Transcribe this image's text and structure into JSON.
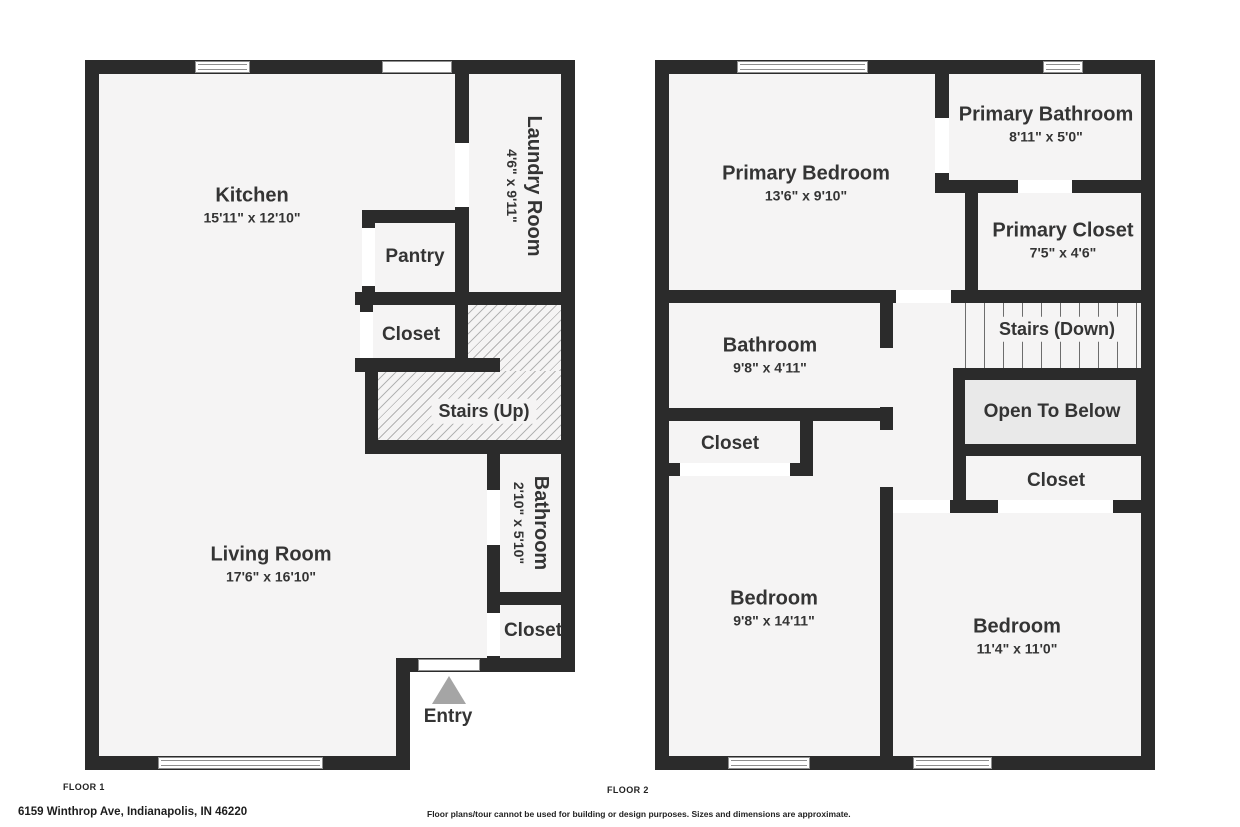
{
  "colors": {
    "wall": "#2b2b2b",
    "floor_fill": "#f5f4f4",
    "open_to_below_fill": "#e9e9e9",
    "entry_arrow": "#a5a5a5"
  },
  "floor1": {
    "kitchen": {
      "label": "Kitchen",
      "dims": "15'11\" x 12'10\""
    },
    "laundry": {
      "label": "Laundry Room",
      "dims": "4'6\" x 9'11\""
    },
    "pantry": {
      "label": "Pantry"
    },
    "closet_upper": {
      "label": "Closet"
    },
    "stairs": {
      "label": "Stairs (Up)"
    },
    "living_room": {
      "label": "Living Room",
      "dims": "17'6\" x 16'10\""
    },
    "bathroom": {
      "label": "Bathroom",
      "dims": "2'10\" x 5'10\""
    },
    "closet_lower": {
      "label": "Closet"
    },
    "entry": {
      "label": "Entry"
    }
  },
  "floor2": {
    "primary_bedroom": {
      "label": "Primary Bedroom",
      "dims": "13'6\" x 9'10\""
    },
    "primary_bathroom": {
      "label": "Primary Bathroom",
      "dims": "8'11\" x 5'0\""
    },
    "primary_closet": {
      "label": "Primary Closet",
      "dims": "7'5\" x 4'6\""
    },
    "bathroom": {
      "label": "Bathroom",
      "dims": "9'8\" x 4'11\""
    },
    "stairs": {
      "label": "Stairs (Down)"
    },
    "open_to_below": {
      "label": "Open To Below"
    },
    "closet_hall": {
      "label": "Closet"
    },
    "closet_left": {
      "label": "Closet"
    },
    "bedroom_left": {
      "label": "Bedroom",
      "dims": "9'8\" x 14'11\""
    },
    "bedroom_right": {
      "label": "Bedroom",
      "dims": "11'4\" x 11'0\""
    }
  },
  "footer": {
    "floor1_label": "FLOOR 1",
    "floor2_label": "FLOOR 2",
    "address": "6159 Winthrop Ave, Indianapolis, IN 46220",
    "disclaimer": "Floor plans/tour cannot be used for building or design purposes. Sizes and dimensions are approximate."
  }
}
